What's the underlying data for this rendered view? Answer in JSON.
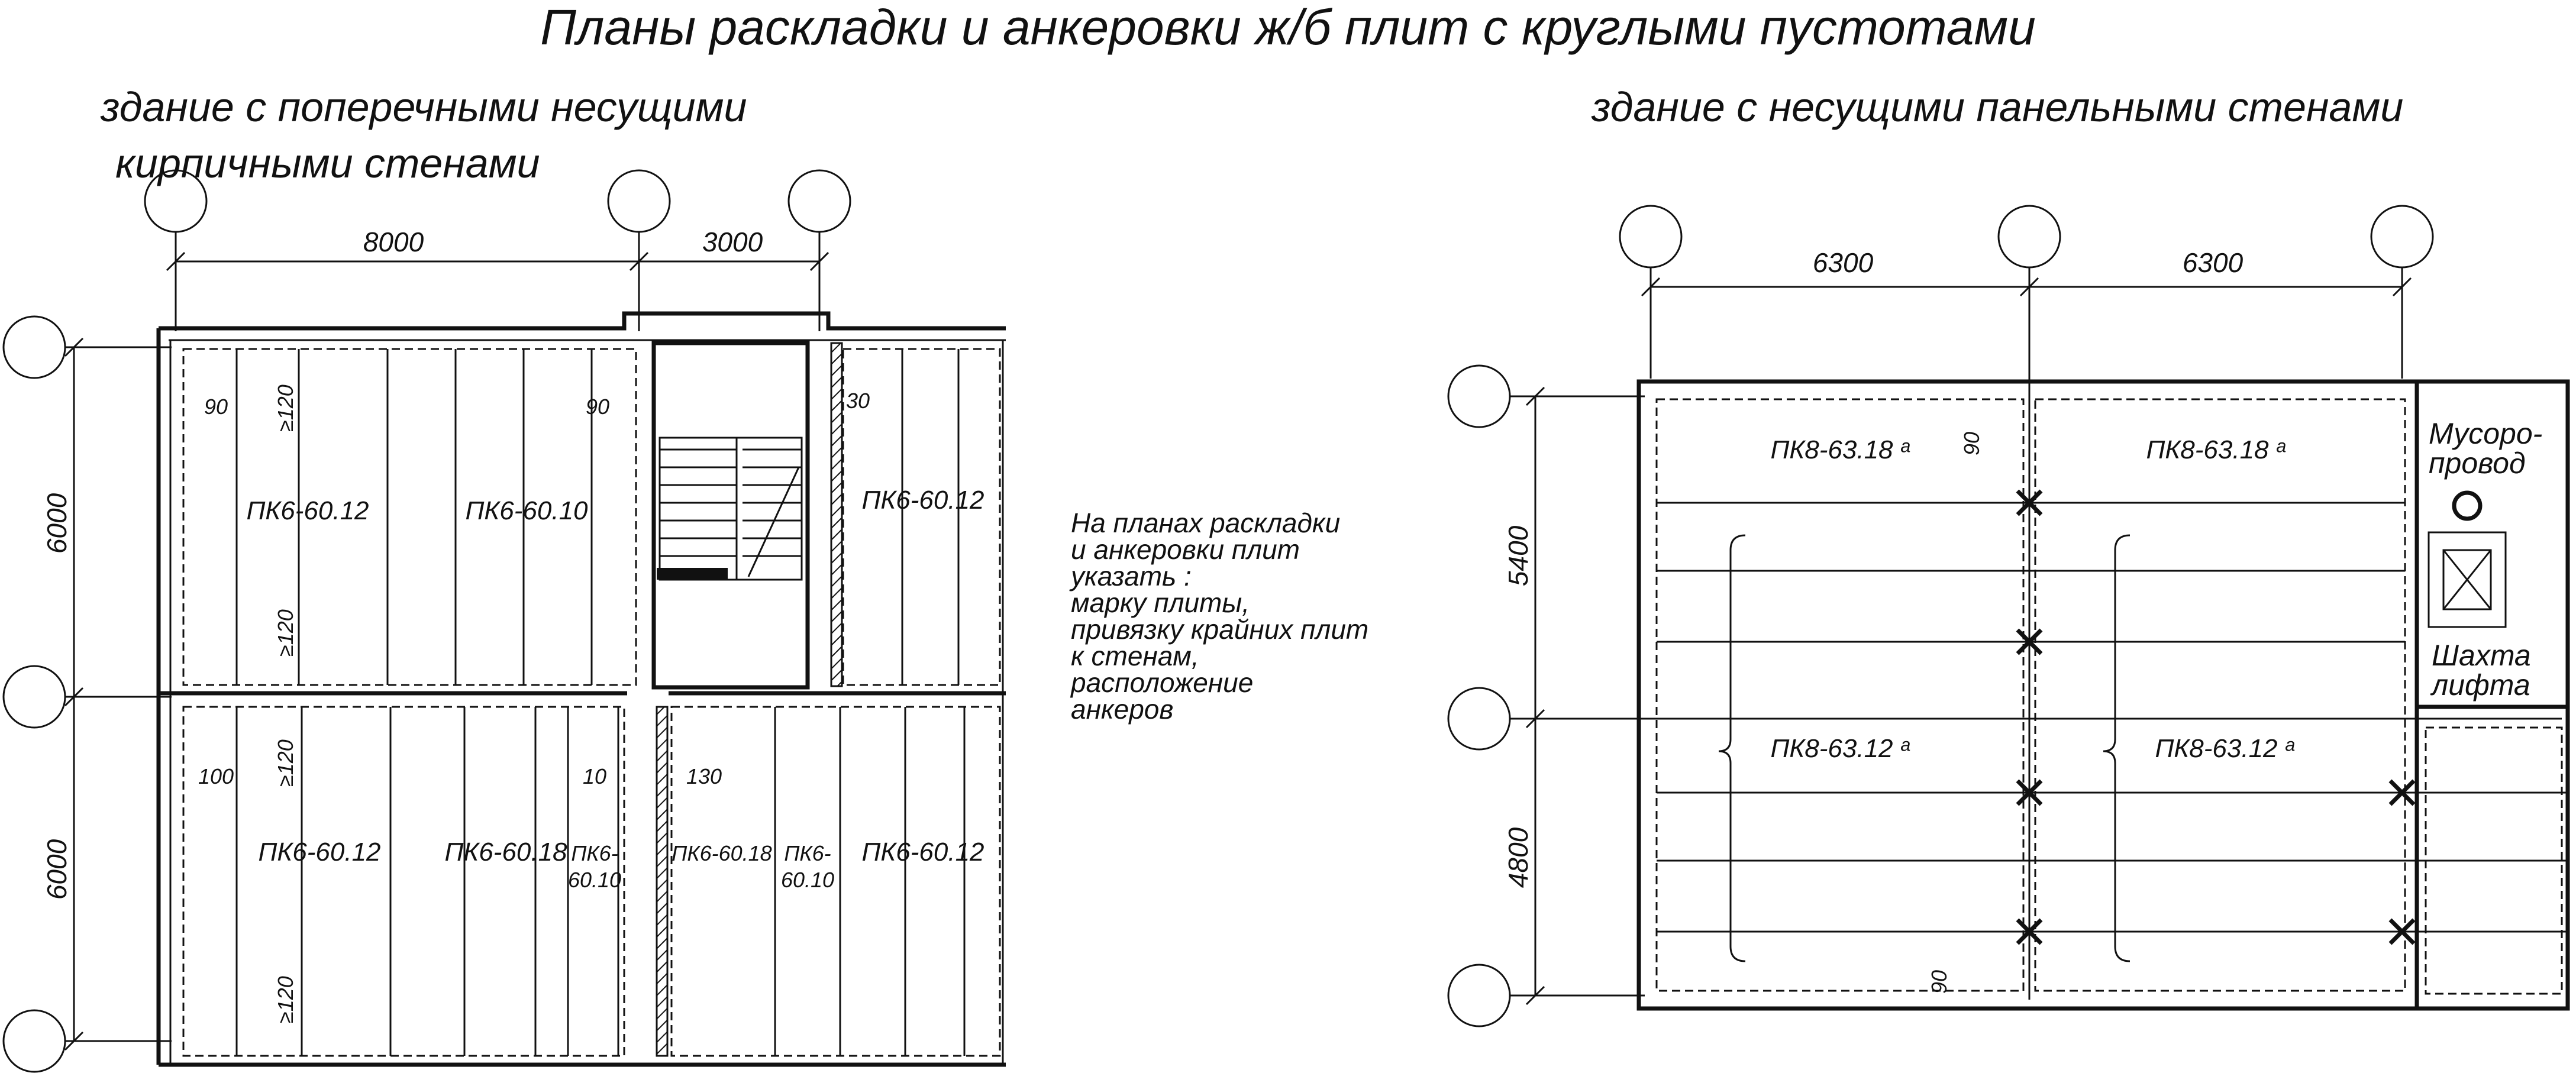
{
  "title": "Планы раскладки и анкеровки ж/б плит с круглыми пустотами",
  "left_plan": {
    "subtitle_line1": "здание с поперечными несущими",
    "subtitle_line2": "кирпичными стенами",
    "dim_8000": "8000",
    "dim_3000": "3000",
    "dim_6000_top": "6000",
    "dim_6000_bottom": "6000",
    "offsets": {
      "o90a": "90",
      "o90b": "90",
      "o30": "30",
      "o100": "100",
      "o10": "10",
      "o130": "130",
      "o120a": "≥120",
      "o120b": "≥120",
      "o120c": "≥120",
      "o120d": "≥120"
    },
    "slabs": {
      "s1": "ПК6-60.12",
      "s2": "ПК6-60.10",
      "s3": "ПК6-60.12",
      "s4": "ПК6-60.12",
      "s5": "ПК6-60.18",
      "s6a": "ПК6-",
      "s6b": "60.10",
      "s7": "ПК6-60.18",
      "s8a": "ПК6-",
      "s8b": "60.10",
      "s9": "ПК6-60.12"
    }
  },
  "note": {
    "lines": [
      "На планах раскладки",
      "и анкеровки  плит",
      "указать :",
      " марку плиты,",
      " привязку крайних плит",
      " к стенам,",
      " расположение",
      " анкеров"
    ]
  },
  "right_plan": {
    "subtitle": "здание с несущими панельными стенами",
    "dim_6300_a": "6300",
    "dim_6300_b": "6300",
    "dim_5400": "5400",
    "dim_4800": "4800",
    "offset_90_top": "90",
    "offset_90_bottom": "90",
    "slabs": {
      "r1": "ПК8-63.18 ᵃ",
      "r2": "ПК8-63.18 ᵃ",
      "r3": "ПК8-63.12 ᵃ",
      "r4": "ПК8-63.12 ᵃ"
    },
    "chute_line1": "Мусоро-",
    "chute_line2": "провод",
    "lift_line1": "Шахта",
    "lift_line2": "лифта"
  }
}
